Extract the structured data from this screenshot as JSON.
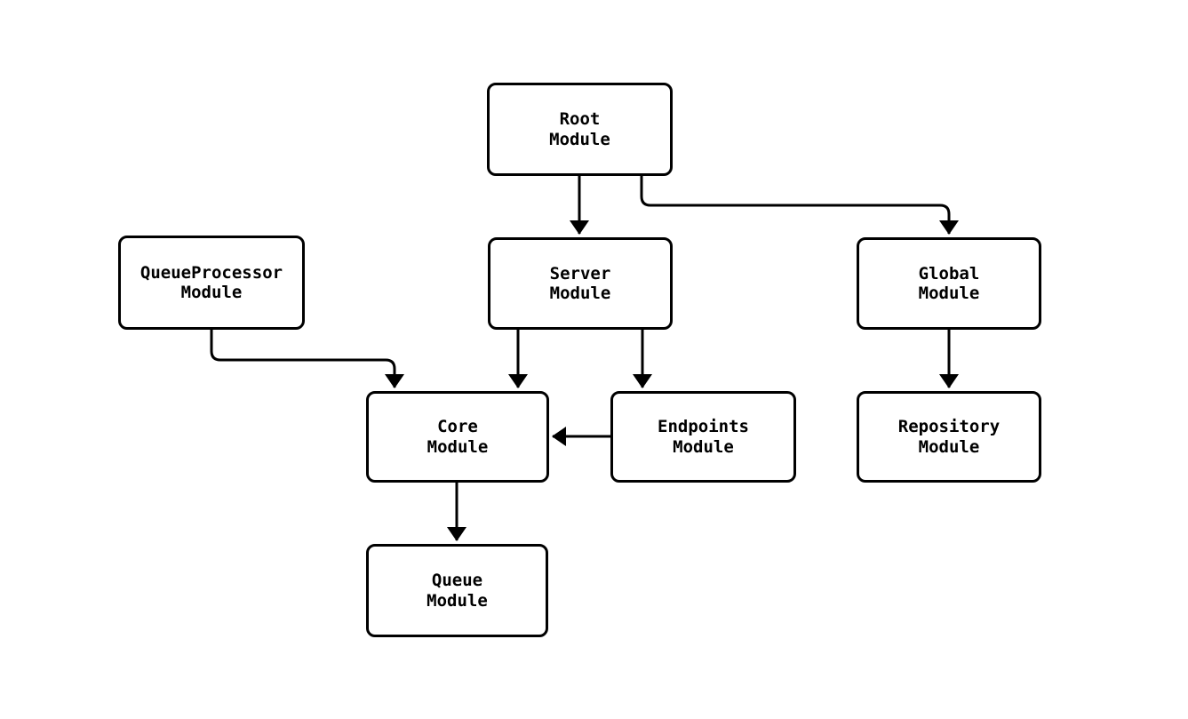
{
  "diagram": {
    "type": "flowchart",
    "direction": "top-down",
    "background_color": "#ffffff",
    "node_fill_color": "#ffffff",
    "node_stroke_color": "#000000",
    "edge_color": "#000000",
    "text_color": "#000000",
    "nodes": {
      "root": {
        "label": "Root\nModule"
      },
      "queueprocessor": {
        "label": "QueueProcessor\nModule"
      },
      "server": {
        "label": "Server\nModule"
      },
      "global": {
        "label": "Global\nModule"
      },
      "core": {
        "label": "Core\nModule"
      },
      "endpoints": {
        "label": "Endpoints\nModule"
      },
      "repository": {
        "label": "Repository\nModule"
      },
      "queue": {
        "label": "Queue\nModule"
      }
    },
    "edges": [
      {
        "from": "root",
        "to": "server",
        "from_label": "Root Module",
        "to_label": "Server Module"
      },
      {
        "from": "root",
        "to": "global",
        "from_label": "Root Module",
        "to_label": "Global Module"
      },
      {
        "from": "queueprocessor",
        "to": "core",
        "from_label": "QueueProcessor Module",
        "to_label": "Core Module"
      },
      {
        "from": "server",
        "to": "core",
        "from_label": "Server Module",
        "to_label": "Core Module"
      },
      {
        "from": "server",
        "to": "endpoints",
        "from_label": "Server Module",
        "to_label": "Endpoints Module"
      },
      {
        "from": "endpoints",
        "to": "core",
        "from_label": "Endpoints Module",
        "to_label": "Core Module"
      },
      {
        "from": "global",
        "to": "repository",
        "from_label": "Global Module",
        "to_label": "Repository Module"
      },
      {
        "from": "core",
        "to": "queue",
        "from_label": "Core Module",
        "to_label": "Queue Module"
      }
    ]
  }
}
